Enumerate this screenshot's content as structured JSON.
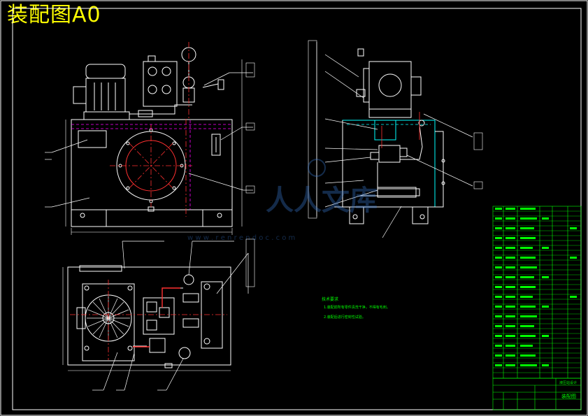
{
  "title": "装配图A0",
  "watermark": {
    "brand": "人人文库",
    "url": "w w w . r e n r e n d o c . c o m"
  },
  "colors": {
    "background": "#000000",
    "frame": "#ffffff",
    "title": "#ffff00",
    "centerline": "#ff3030",
    "hidden": "#ff00ff",
    "table": "#00ff00",
    "tank_side": "#00ffff",
    "parts": "#ffffff"
  },
  "icons": [
    "motor-icon",
    "pressure-gauge-icon",
    "valve-block-icon",
    "filter-cover-icon"
  ],
  "notes": {
    "heading": "技术要求",
    "line1": "1.装配前所有零件清洗干净，不得有毛刺。",
    "line2": "2.装配后进行密封性试验。"
  },
  "title_block": {
    "drawing_name": "装配图",
    "project": "液压站设计"
  }
}
